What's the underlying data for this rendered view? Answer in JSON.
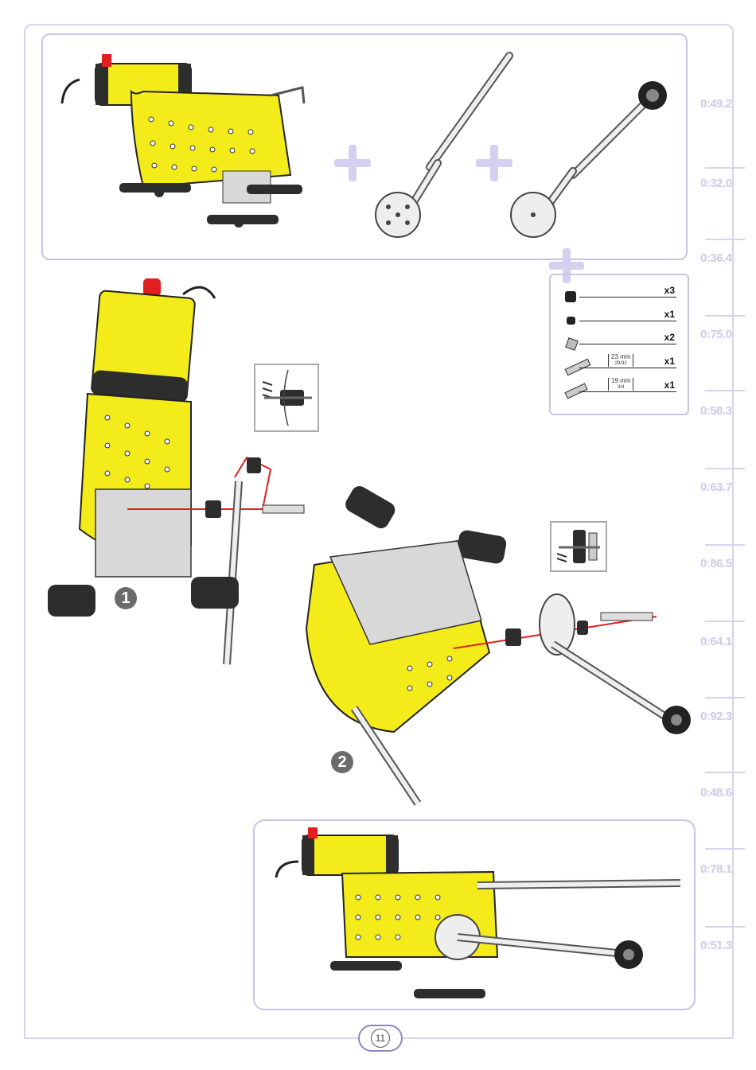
{
  "side_timings": [
    "0:49.2",
    "0:32.0",
    "0:36.4",
    "0:75.0",
    "0:58.3",
    "0:63.7",
    "0:86.5",
    "0:64.1",
    "0:92.3",
    "0:48.6",
    "0:78.1",
    "0:51.3"
  ],
  "parts": [
    {
      "icon": "nut-large-icon",
      "qty": "x3",
      "length": "",
      "length_sub": ""
    },
    {
      "icon": "spacer-icon",
      "qty": "x1",
      "length": "",
      "length_sub": ""
    },
    {
      "icon": "square-nut-icon",
      "qty": "x2",
      "length": "",
      "length_sub": ""
    },
    {
      "icon": "bolt-23mm-icon",
      "qty": "x1",
      "length": "23 mm",
      "length_sub": "29/32"
    },
    {
      "icon": "bolt-19mm-icon",
      "qty": "x1",
      "length": "19 mm",
      "length_sub": "3/4"
    }
  ],
  "steps": {
    "step1": "1",
    "step2": "2"
  },
  "page_number": "11",
  "colors": {
    "frame": "#c9c3e3",
    "plus": "#d6cff0",
    "yellow": "#f4ec1a",
    "dark": "#2d2d2d",
    "red_line": "#e02020"
  }
}
